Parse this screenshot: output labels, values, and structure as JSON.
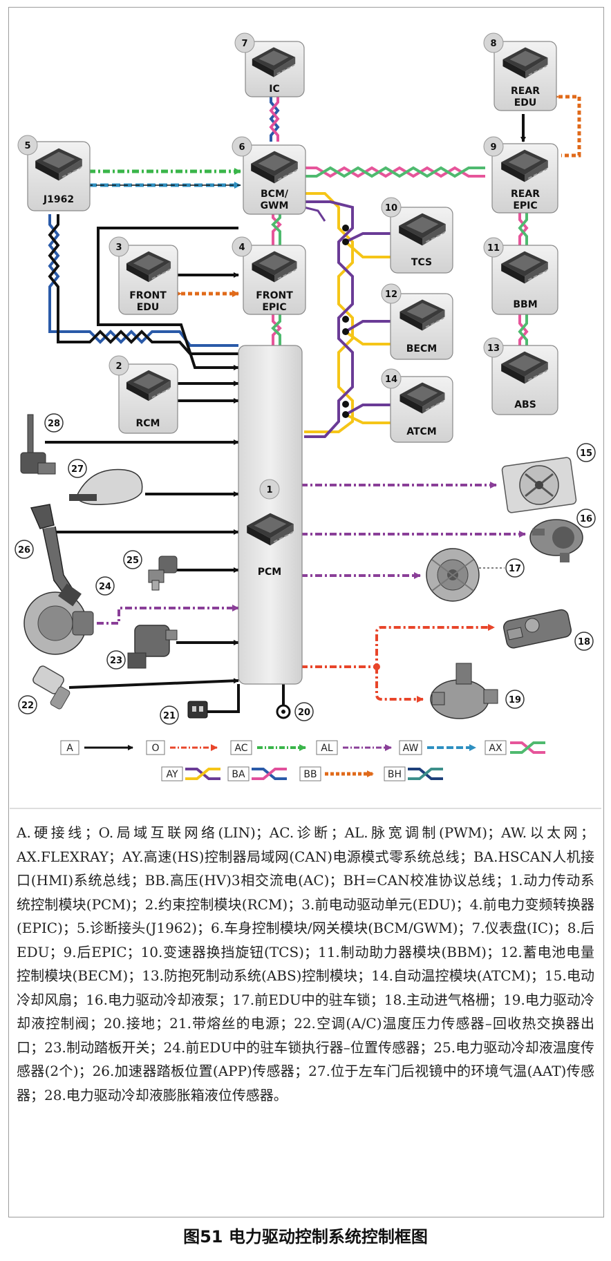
{
  "colors": {
    "hardwire": "#111111",
    "lin": "#e8452a",
    "diagnostic_green": "#3ab54a",
    "pwm": "#8a3f98",
    "ethernet": "#2d8fc0",
    "flexray_pink": "#e6559a",
    "flexray_green": "#4fba6f",
    "can_power_purple": "#6a3b96",
    "can_power_yellow": "#f5c518",
    "hmi_blue": "#2a5aa8",
    "hmi_pink": "#e1509b",
    "hv": "#e06a1a",
    "calib_blue": "#1d3f7a",
    "calib_teal": "#3c8f8a",
    "module_fill": "#e4e4e4"
  },
  "modules": {
    "m1": {
      "num": "1",
      "label": "PCM"
    },
    "m2": {
      "num": "2",
      "label": "RCM"
    },
    "m3": {
      "num": "3",
      "label1": "FRONT",
      "label2": "EDU"
    },
    "m4": {
      "num": "4",
      "label1": "FRONT",
      "label2": "EPIC"
    },
    "m5": {
      "num": "5",
      "label": "J1962"
    },
    "m6": {
      "num": "6",
      "label1": "BCM/",
      "label2": "GWM"
    },
    "m7": {
      "num": "7",
      "label": "IC"
    },
    "m8": {
      "num": "8",
      "label1": "REAR",
      "label2": "EDU"
    },
    "m9": {
      "num": "9",
      "label1": "REAR",
      "label2": "EPIC"
    },
    "m10": {
      "num": "10",
      "label": "TCS"
    },
    "m11": {
      "num": "11",
      "label": "BBM"
    },
    "m12": {
      "num": "12",
      "label": "BECM"
    },
    "m13": {
      "num": "13",
      "label": "ABS"
    },
    "m14": {
      "num": "14",
      "label": "ATCM"
    }
  },
  "components": {
    "c15": "15",
    "c16": "16",
    "c17": "17",
    "c18": "18",
    "c19": "19",
    "c20": "20",
    "c21": "21",
    "c22": "22",
    "c23": "23",
    "c24": "24",
    "c25": "25",
    "c26": "26",
    "c27": "27",
    "c28": "28"
  },
  "legend_keys": {
    "a": "A",
    "o": "O",
    "ac": "AC",
    "al": "AL",
    "aw": "AW",
    "ax": "AX",
    "ay": "AY",
    "ba": "BA",
    "bb": "BB",
    "bh": "BH"
  },
  "legend_text": "A.硬接线；O.局域互联网络(LIN)；AC.诊断；AL.脉宽调制(PWM)；AW.以太网；AX.FLEXRAY；AY.高速(HS)控制器局域网(CAN)电源模式零系统总线；BA.HSCAN人机接口(HMI)系统总线；BB.高压(HV)3相交流电(AC)；BH=CAN校准协议总线；1.动力传动系统控制模块(PCM)；2.约束控制模块(RCM)；3.前电动驱动单元(EDU)；4.前电力变频转换器(EPIC)；5.诊断接头(J1962)；6.车身控制模块/网关模块(BCM/GWM)；7.仪表盘(IC)；8.后EDU；9.后EPIC；10.变速器换挡旋钮(TCS)；11.制动助力器模块(BBM)；12.蓄电池电量控制模块(BECM)；13.防抱死制动系统(ABS)控制模块；14.自动温控模块(ATCM)；15.电动冷却风扇；16.电力驱动冷却液泵；17.前EDU中的驻车锁；18.主动进气格栅；19.电力驱动冷却液控制阀；20.接地；21.带熔丝的电源；22.空调(A/C)温度压力传感器–回收热交换器出口；23.制动踏板开关；24.前EDU中的驻车锁执行器–位置传感器；25.电力驱动冷却液温度传感器(2个)；26.加速器踏板位置(APP)传感器；27.位于左车门后视镜中的环境气温(AAT)传感器；28.电力驱动冷却液膨胀箱液位传感器。",
  "caption": "图51 电力驱动控制系统控制框图"
}
